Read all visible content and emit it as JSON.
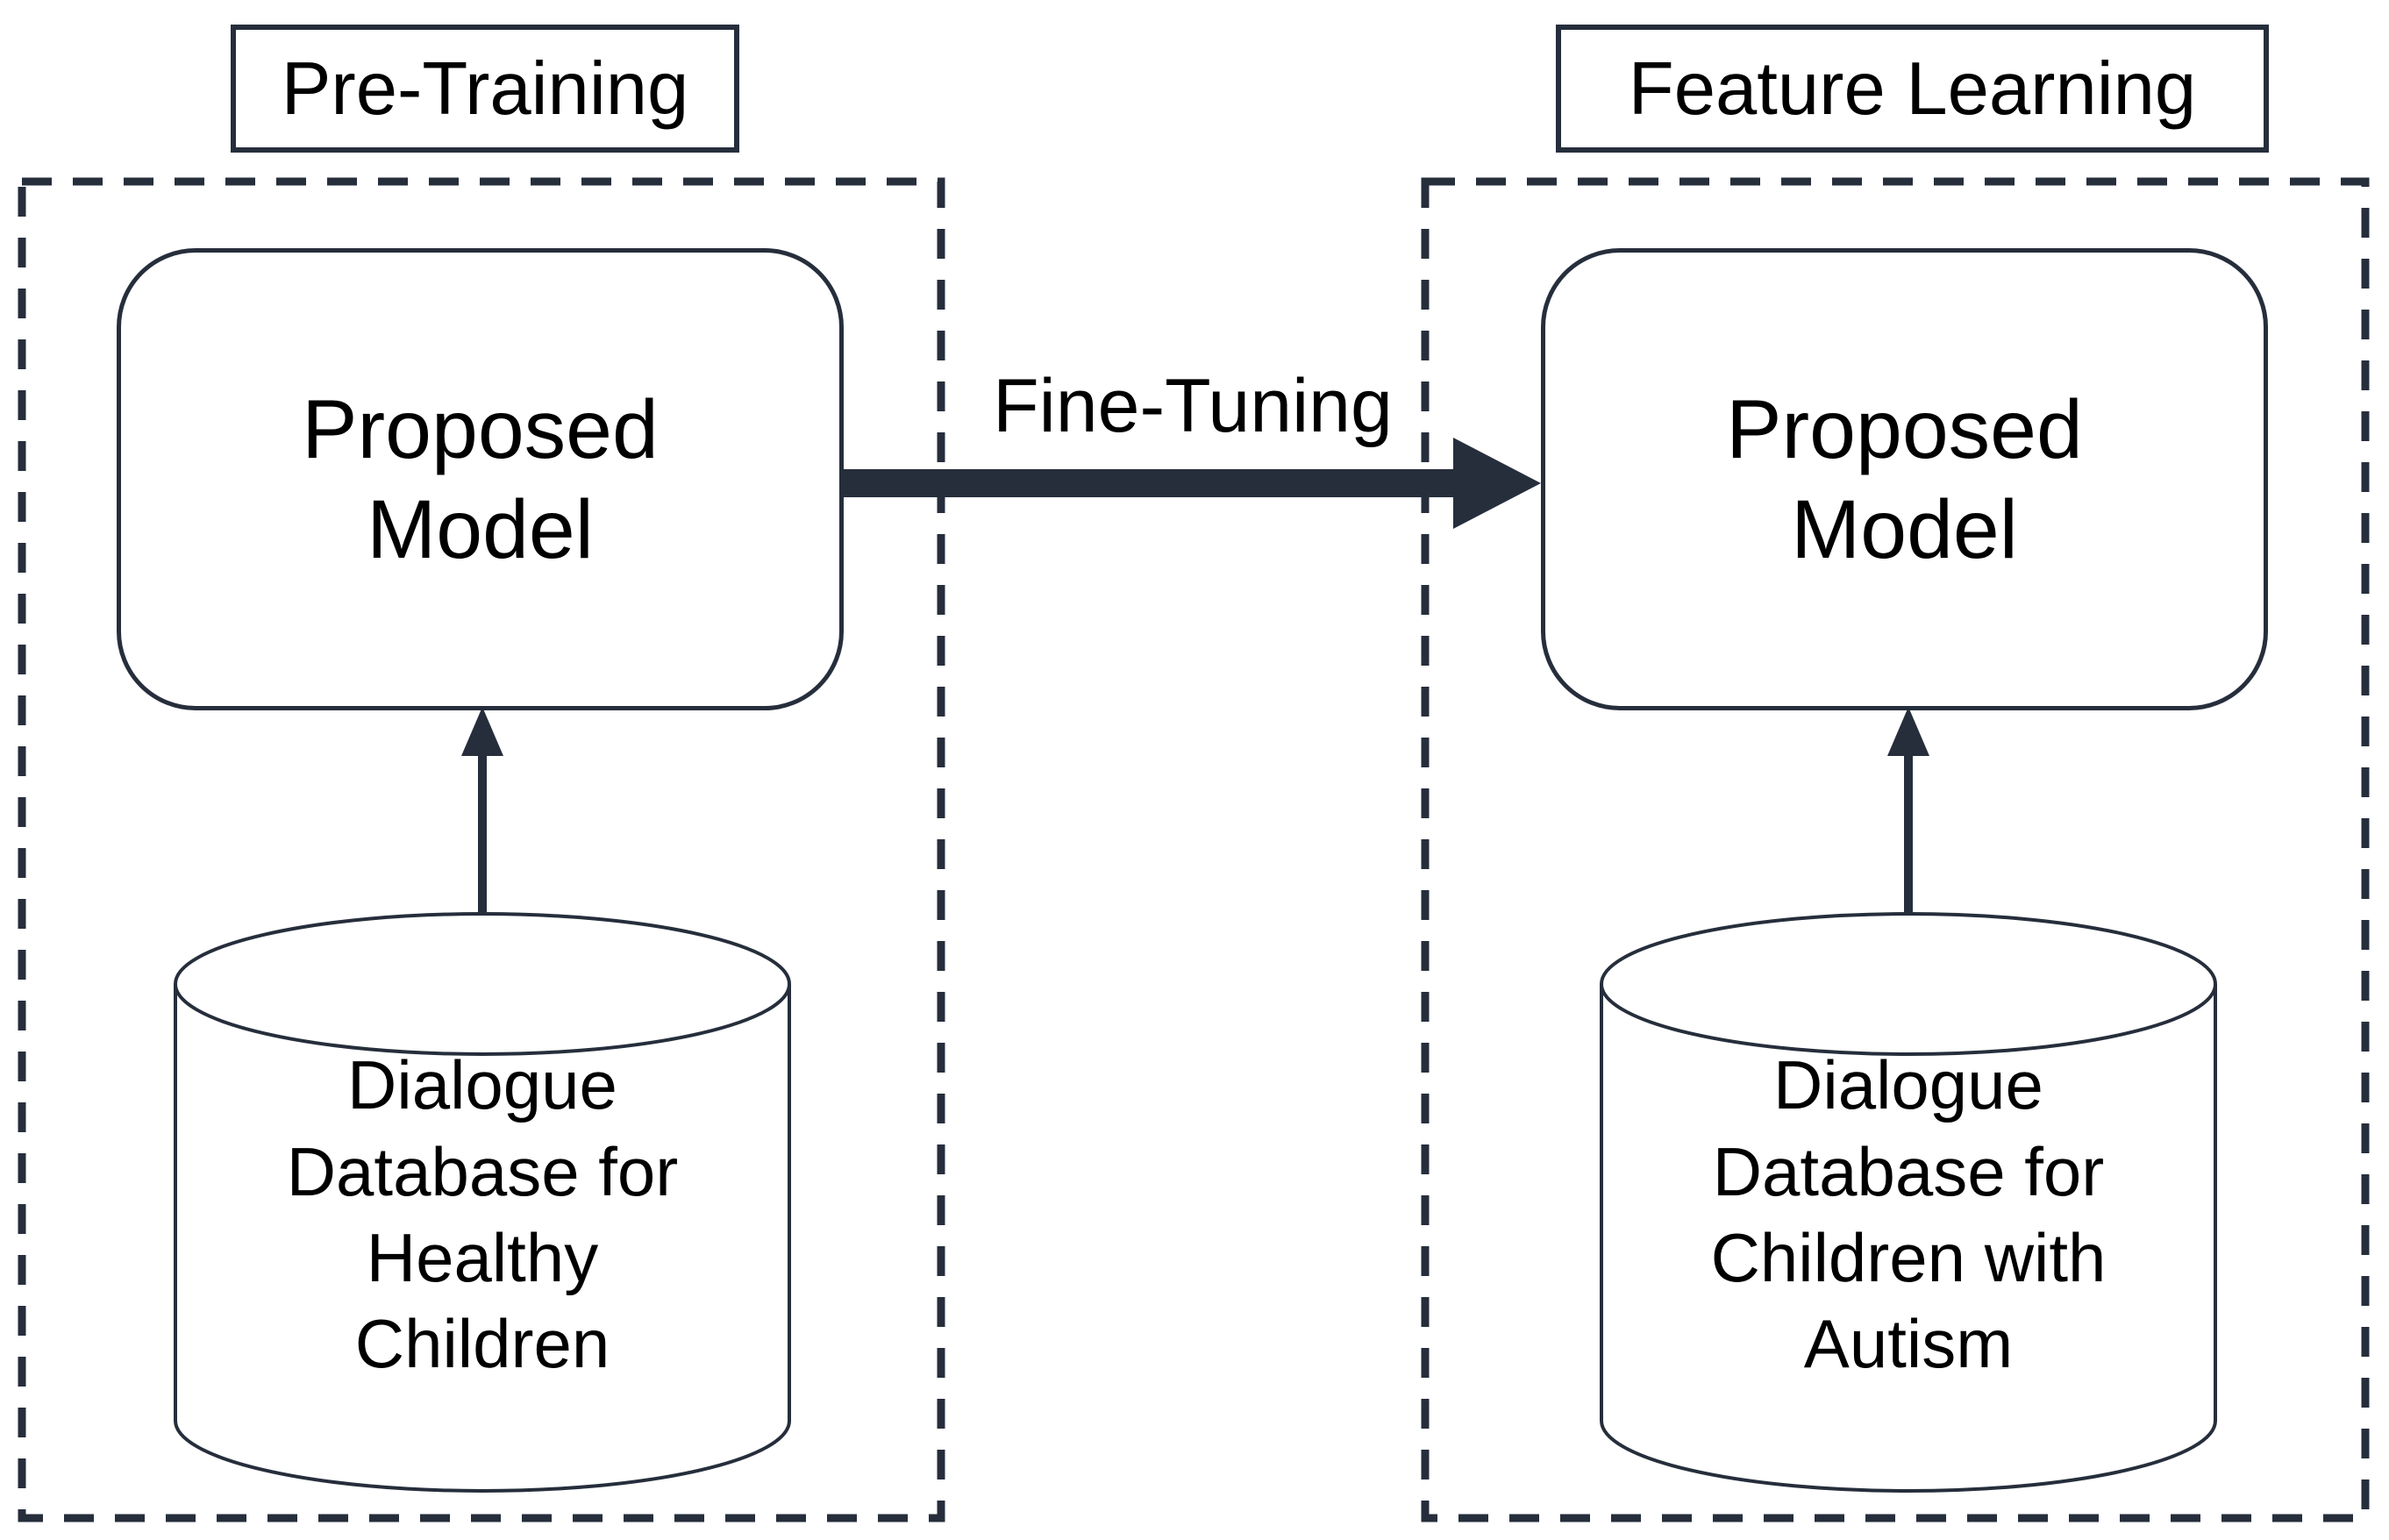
{
  "colors": {
    "stroke": "#262e3c",
    "text": "#000000",
    "background": "#ffffff"
  },
  "pretraining": {
    "title": "Pre-Training",
    "model": {
      "lines": [
        "Proposed",
        "Model"
      ]
    },
    "database": {
      "lines": [
        "Dialogue",
        "Database for",
        "Healthy",
        "Children"
      ]
    }
  },
  "feature_learning": {
    "title": "Feature Learning",
    "model": {
      "lines": [
        "Proposed",
        "Model"
      ]
    },
    "database": {
      "lines": [
        "Dialogue",
        "Database for",
        "Children with",
        "Autism"
      ]
    }
  },
  "fine_tuning": {
    "label": "Fine-Tuning"
  }
}
